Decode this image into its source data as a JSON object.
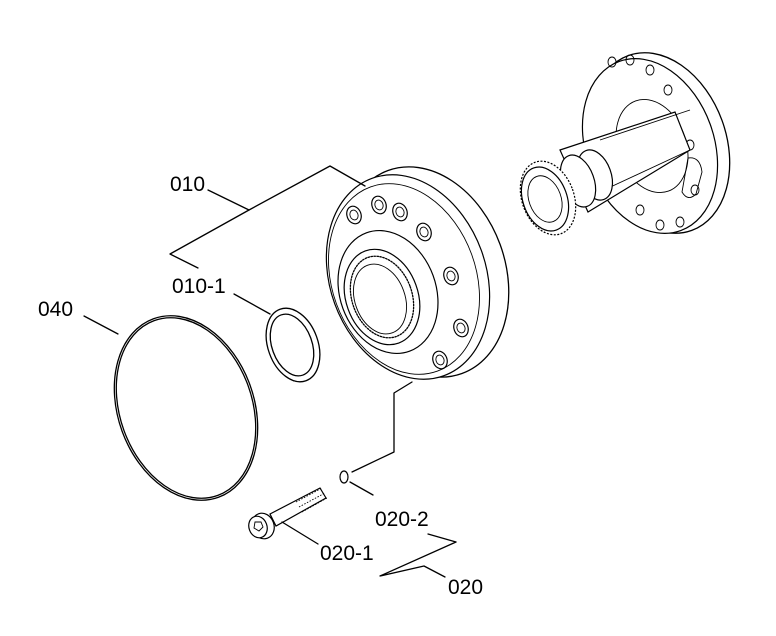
{
  "callouts": {
    "c010": "010",
    "c010_1": "010-1",
    "c040": "040",
    "c020_2": "020-2",
    "c020_1": "020-1",
    "c020": "020"
  },
  "parts": {
    "gasket": "gasket-ring-icon",
    "seal_ring": "seal-ring-icon",
    "housing": "pump-housing-icon",
    "shaft_flange": "shaft-flange-icon",
    "bolt": "socket-bolt-icon",
    "pin": "dowel-pin-icon"
  }
}
